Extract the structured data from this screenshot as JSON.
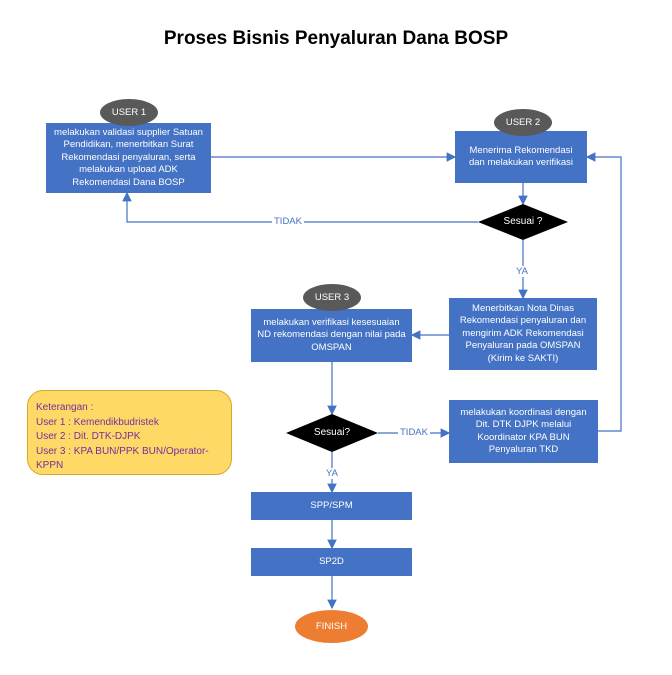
{
  "title": "Proses Bisnis Penyaluran Dana BOSP",
  "users": {
    "user1": "USER 1",
    "user2": "USER 2",
    "user3": "USER 3"
  },
  "boxes": {
    "box1": "melakukan validasi supplier Satuan Pendidikan, menerbitkan Surat Rekomendasi penyaluran, serta melakukan upload ADK Rekomendasi Dana BOSP",
    "box2": "Menerima Rekomendasi dan melakukan verifikasi",
    "box3": "Menerbitkan Nota Dinas Rekomendasi penyaluran dan mengirim ADK Rekomendasi  Penyaluran pada OMSPAN (Kirim ke SAKTI)",
    "box4": "melakukan verifikasi kesesuaian ND rekomendasi dengan nilai pada OMSPAN",
    "box5": "melakukan koordinasi dengan Dit. DTK DJPK melalui Koordinator KPA BUN Penyaluran TKD",
    "spp": "SPP/SPM",
    "sp2d": "SP2D"
  },
  "decisions": {
    "d1": "Sesuai ?",
    "d2": "Sesuai?"
  },
  "labels": {
    "tidak1": "TIDAK",
    "ya1": "YA",
    "tidak2": "TIDAK",
    "ya2": "YA"
  },
  "finish": "FINISH",
  "legend": {
    "heading": "Keterangan :",
    "items": [
      "User 1 : Kemendikbudristek",
      "User 2 : Dit. DTK-DJPK",
      "User 3 : KPA BUN/PPK BUN/Operator-KPPN"
    ]
  },
  "colors": {
    "box": "#4472c4",
    "user": "#595959",
    "decision": "#000000",
    "finish": "#ed7d31",
    "legend_bg": "#ffd966",
    "legend_text": "#7030a0"
  }
}
